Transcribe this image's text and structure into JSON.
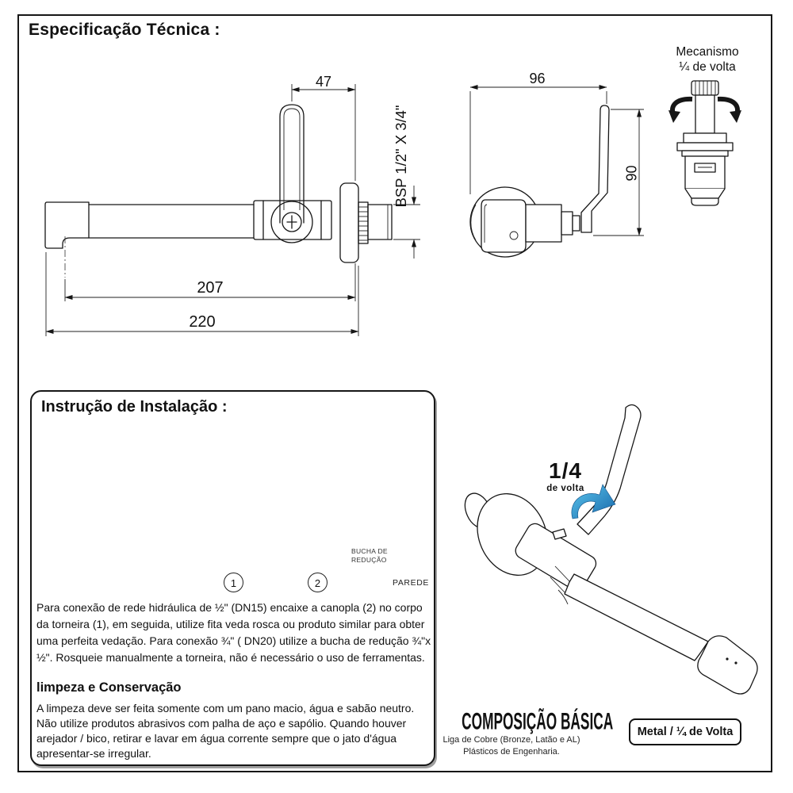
{
  "titles": {
    "spec": "Especificação Técnica :",
    "install": "Instrução de Instalação :"
  },
  "mechanism": {
    "line1": "Mecanismo",
    "line2": "¼ de volta"
  },
  "dims": {
    "handle_offset": "47",
    "thread": "BSP 1/2\" X 3/4\"",
    "spout_reach": "207",
    "total_length": "220",
    "front_width": "96",
    "front_height": "90"
  },
  "exploded": {
    "part1": "1",
    "part2": "2",
    "bucha_line1": "BUCHA DE",
    "bucha_line2": "REDUÇÃO",
    "wall": "PAREDE"
  },
  "quarter_turn": {
    "big": "1/4",
    "small": "de volta"
  },
  "install_text": {
    "paragraph": "Para conexão de rede hidráulica de ½\" (DN15) encaixe a canopla (2) no corpo da torneira (1), em seguida, utilize fita veda rosca ou produto similar para obter uma perfeita vedação. Para conexão ¾\" ( DN20) utilize a bucha de redução ¾\"x ½\".  Rosqueie manualmente a torneira, não é necessário o uso de ferramentas.",
    "cleaning_title": "limpeza e Conservação",
    "cleaning_paragraph": "A limpeza deve ser feita somente com um pano macio, água e sabão neutro. Não utilize produtos abrasivos com palha de aço e sapólio. Quando houver arejador / bico, retirar e lavar em água corrente sempre que o jato d'água apresentar-se irregular."
  },
  "composition": {
    "title": "COMPOSIÇÃO BÁSICA",
    "line1": "Liga de Cobre (Bronze, Latão e AL)",
    "line2": "Plásticos de Engenharia.",
    "badge": "Metal / ¼ de Volta"
  },
  "colors": {
    "line": "#161616",
    "arrow_blue_light": "#5ec8ef",
    "arrow_blue_dark": "#1565a8"
  }
}
